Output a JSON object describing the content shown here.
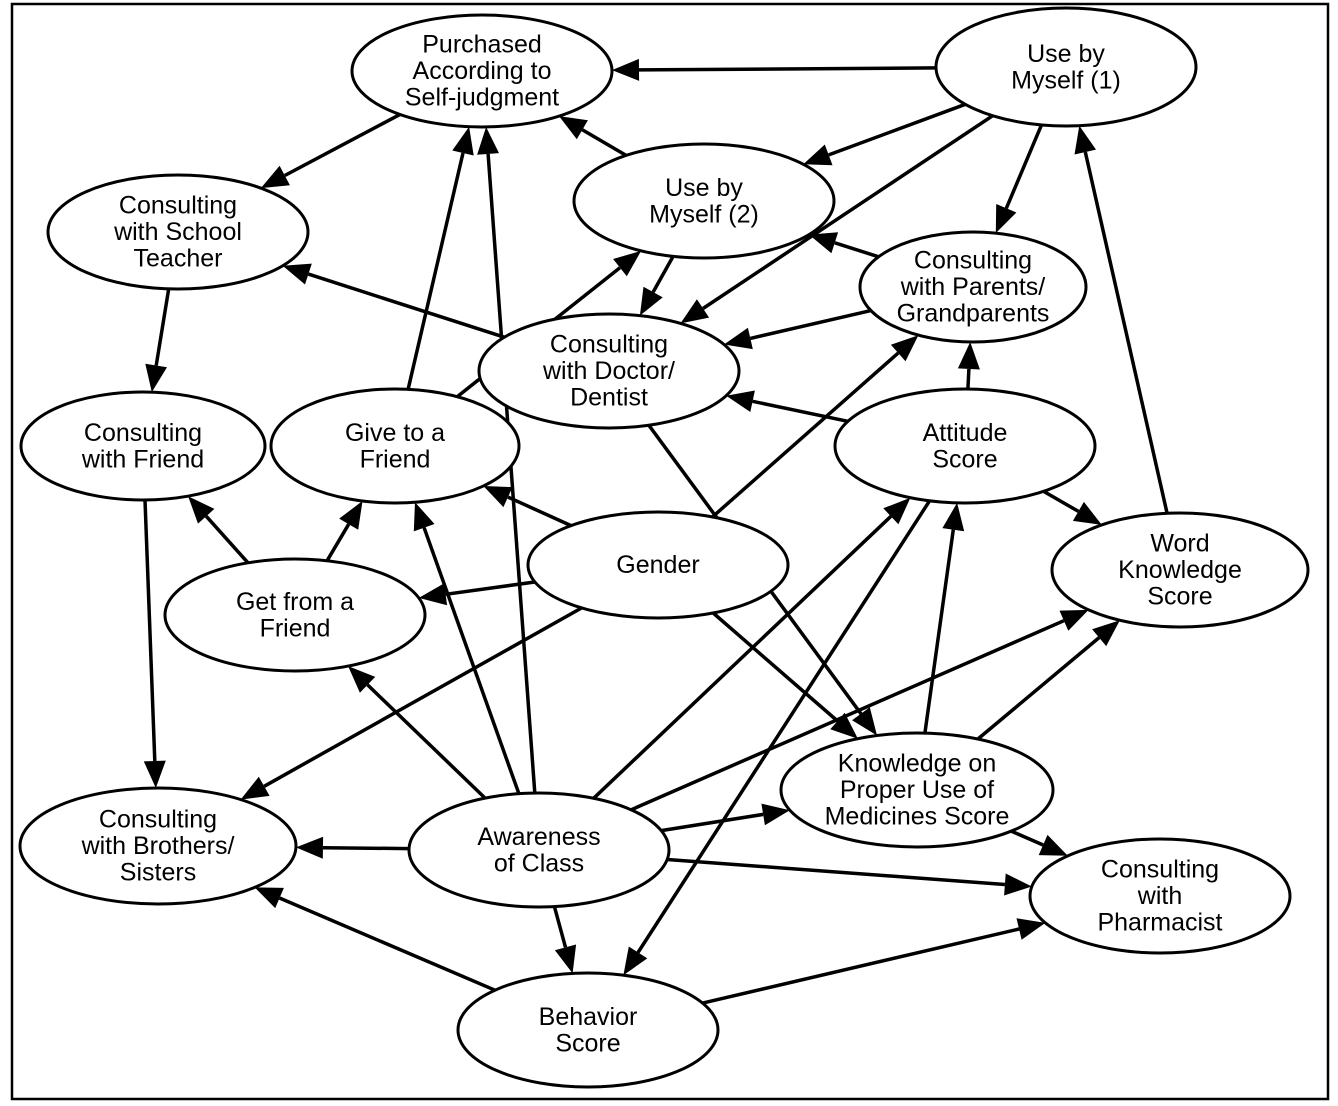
{
  "nodes": [
    {
      "id": "purchased",
      "lines": [
        "Purchased",
        "According to",
        "Self-judgment"
      ]
    },
    {
      "id": "use1",
      "lines": [
        "Use by",
        "Myself (1)"
      ]
    },
    {
      "id": "school_teacher",
      "lines": [
        "Consulting",
        "with School",
        "Teacher"
      ]
    },
    {
      "id": "use2",
      "lines": [
        "Use by",
        "Myself (2)"
      ]
    },
    {
      "id": "parents",
      "lines": [
        "Consulting",
        "with Parents/",
        "Grandparents"
      ]
    },
    {
      "id": "doctor",
      "lines": [
        "Consulting",
        "with Doctor/",
        "Dentist"
      ]
    },
    {
      "id": "friend",
      "lines": [
        "Consulting",
        "with Friend"
      ]
    },
    {
      "id": "give_friend",
      "lines": [
        "Give to a",
        "Friend"
      ]
    },
    {
      "id": "attitude",
      "lines": [
        "Attitude",
        "Score"
      ]
    },
    {
      "id": "gender",
      "lines": [
        "Gender"
      ]
    },
    {
      "id": "word_knowledge",
      "lines": [
        "Word",
        "Knowledge",
        "Score"
      ]
    },
    {
      "id": "get_friend",
      "lines": [
        "Get from a",
        "Friend"
      ]
    },
    {
      "id": "knowledge_medicines",
      "lines": [
        "Knowledge on",
        "Proper Use of",
        "Medicines Score"
      ]
    },
    {
      "id": "siblings",
      "lines": [
        "Consulting",
        "with Brothers/",
        "Sisters"
      ]
    },
    {
      "id": "awareness",
      "lines": [
        "Awareness",
        "of Class"
      ]
    },
    {
      "id": "pharmacist",
      "lines": [
        "Consulting",
        "with",
        "Pharmacist"
      ]
    },
    {
      "id": "behavior",
      "lines": [
        "Behavior",
        "Score"
      ]
    }
  ],
  "edges": [
    {
      "from": "use1",
      "to": "purchased"
    },
    {
      "from": "use1",
      "to": "use2"
    },
    {
      "from": "use1",
      "to": "doctor"
    },
    {
      "from": "use1",
      "to": "parents"
    },
    {
      "from": "purchased",
      "to": "school_teacher"
    },
    {
      "from": "use2",
      "to": "purchased"
    },
    {
      "from": "use2",
      "to": "doctor"
    },
    {
      "from": "parents",
      "to": "use2"
    },
    {
      "from": "parents",
      "to": "doctor"
    },
    {
      "from": "doctor",
      "to": "school_teacher"
    },
    {
      "from": "doctor",
      "to": "knowledge_medicines"
    },
    {
      "from": "give_friend",
      "to": "use2"
    },
    {
      "from": "give_friend",
      "to": "purchased"
    },
    {
      "from": "school_teacher",
      "to": "friend"
    },
    {
      "from": "friend",
      "to": "siblings"
    },
    {
      "from": "attitude",
      "to": "doctor"
    },
    {
      "from": "attitude",
      "to": "parents"
    },
    {
      "from": "attitude",
      "to": "word_knowledge"
    },
    {
      "from": "attitude",
      "to": "behavior"
    },
    {
      "from": "word_knowledge",
      "to": "use1"
    },
    {
      "from": "gender",
      "to": "give_friend"
    },
    {
      "from": "gender",
      "to": "get_friend"
    },
    {
      "from": "gender",
      "to": "parents"
    },
    {
      "from": "gender",
      "to": "siblings"
    },
    {
      "from": "gender",
      "to": "knowledge_medicines"
    },
    {
      "from": "get_friend",
      "to": "friend"
    },
    {
      "from": "get_friend",
      "to": "give_friend"
    },
    {
      "from": "knowledge_medicines",
      "to": "attitude"
    },
    {
      "from": "knowledge_medicines",
      "to": "word_knowledge"
    },
    {
      "from": "knowledge_medicines",
      "to": "pharmacist"
    },
    {
      "from": "awareness",
      "to": "purchased"
    },
    {
      "from": "awareness",
      "to": "give_friend"
    },
    {
      "from": "awareness",
      "to": "get_friend"
    },
    {
      "from": "awareness",
      "to": "siblings"
    },
    {
      "from": "awareness",
      "to": "attitude"
    },
    {
      "from": "awareness",
      "to": "word_knowledge"
    },
    {
      "from": "awareness",
      "to": "knowledge_medicines"
    },
    {
      "from": "awareness",
      "to": "pharmacist"
    },
    {
      "from": "awareness",
      "to": "behavior"
    },
    {
      "from": "behavior",
      "to": "siblings"
    },
    {
      "from": "behavior",
      "to": "pharmacist"
    }
  ]
}
